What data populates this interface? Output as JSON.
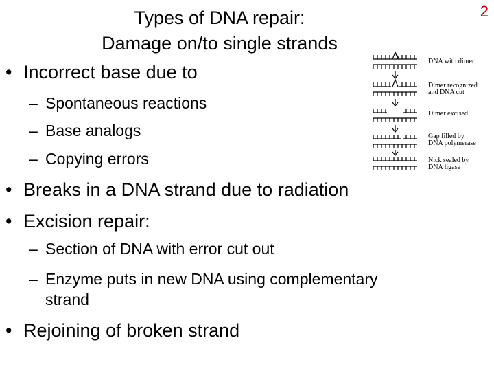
{
  "slide": {
    "number": "2",
    "title_line1": "Types of DNA repair:",
    "title_line2": "Damage on/to single strands"
  },
  "bullets": [
    {
      "text": "Incorrect base due to"
    },
    {
      "text": "Breaks in a DNA strand due to radiation"
    },
    {
      "text": "Excision repair:"
    },
    {
      "text": "Rejoining of broken strand"
    }
  ],
  "sub_items": [
    {
      "text": "Spontaneous reactions"
    },
    {
      "text": "Base analogs"
    },
    {
      "text": "Copying errors"
    },
    {
      "text": "Section of DNA with error cut out"
    },
    {
      "text": "Enzyme puts in new DNA using complementary"
    },
    {
      "text": "strand"
    }
  ],
  "symbols": {
    "bullet": "•",
    "dash": "–"
  },
  "figure": {
    "labels": [
      {
        "line1": "DNA with dimer",
        "line2": ""
      },
      {
        "line1": "Dimer recognized",
        "line2": "and DNA cut"
      },
      {
        "line1": "Dimer excised",
        "line2": ""
      },
      {
        "line1": "Gap filled by",
        "line2": "DNA polymerase"
      },
      {
        "line1": "Nick sealed by",
        "line2": "DNA ligase"
      }
    ]
  }
}
